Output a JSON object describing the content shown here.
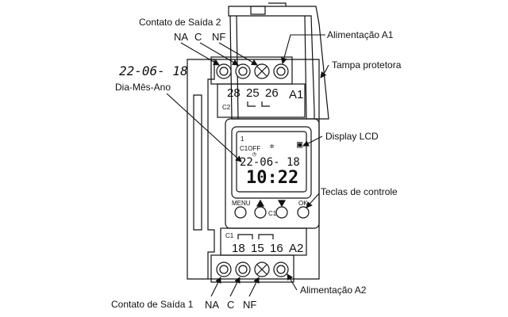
{
  "labels": {
    "output2_title": "Contato de Saída 2",
    "output2_na": "NA",
    "output2_c": "C",
    "output2_nf": "NF",
    "supply_a1": "Alimentação A1",
    "cover": "Tampa protetora",
    "date_example": "22-06- 18",
    "date_format": "Dia-Mês-Ano",
    "lcd": "Display LCD",
    "keys": "Teclas de controle",
    "supply_a2": "Alimentação A2",
    "output1_title": "Contato de Saída 1",
    "output1_na": "NA",
    "output1_c": "C",
    "output1_nf": "NF"
  },
  "top_terminals": {
    "t1": "28",
    "t2": "25",
    "t3": "26",
    "a": "A1",
    "c": "C2"
  },
  "bottom_terminals": {
    "c": "C1",
    "t1": "18",
    "t2": "15",
    "t3": "16",
    "a": "A2"
  },
  "display": {
    "index": "1",
    "channel_state": "C1OFF",
    "date": "22-06- 18",
    "time": "10:22"
  },
  "keys": {
    "menu": "MENU",
    "ok": "OK",
    "c1": "C1"
  }
}
